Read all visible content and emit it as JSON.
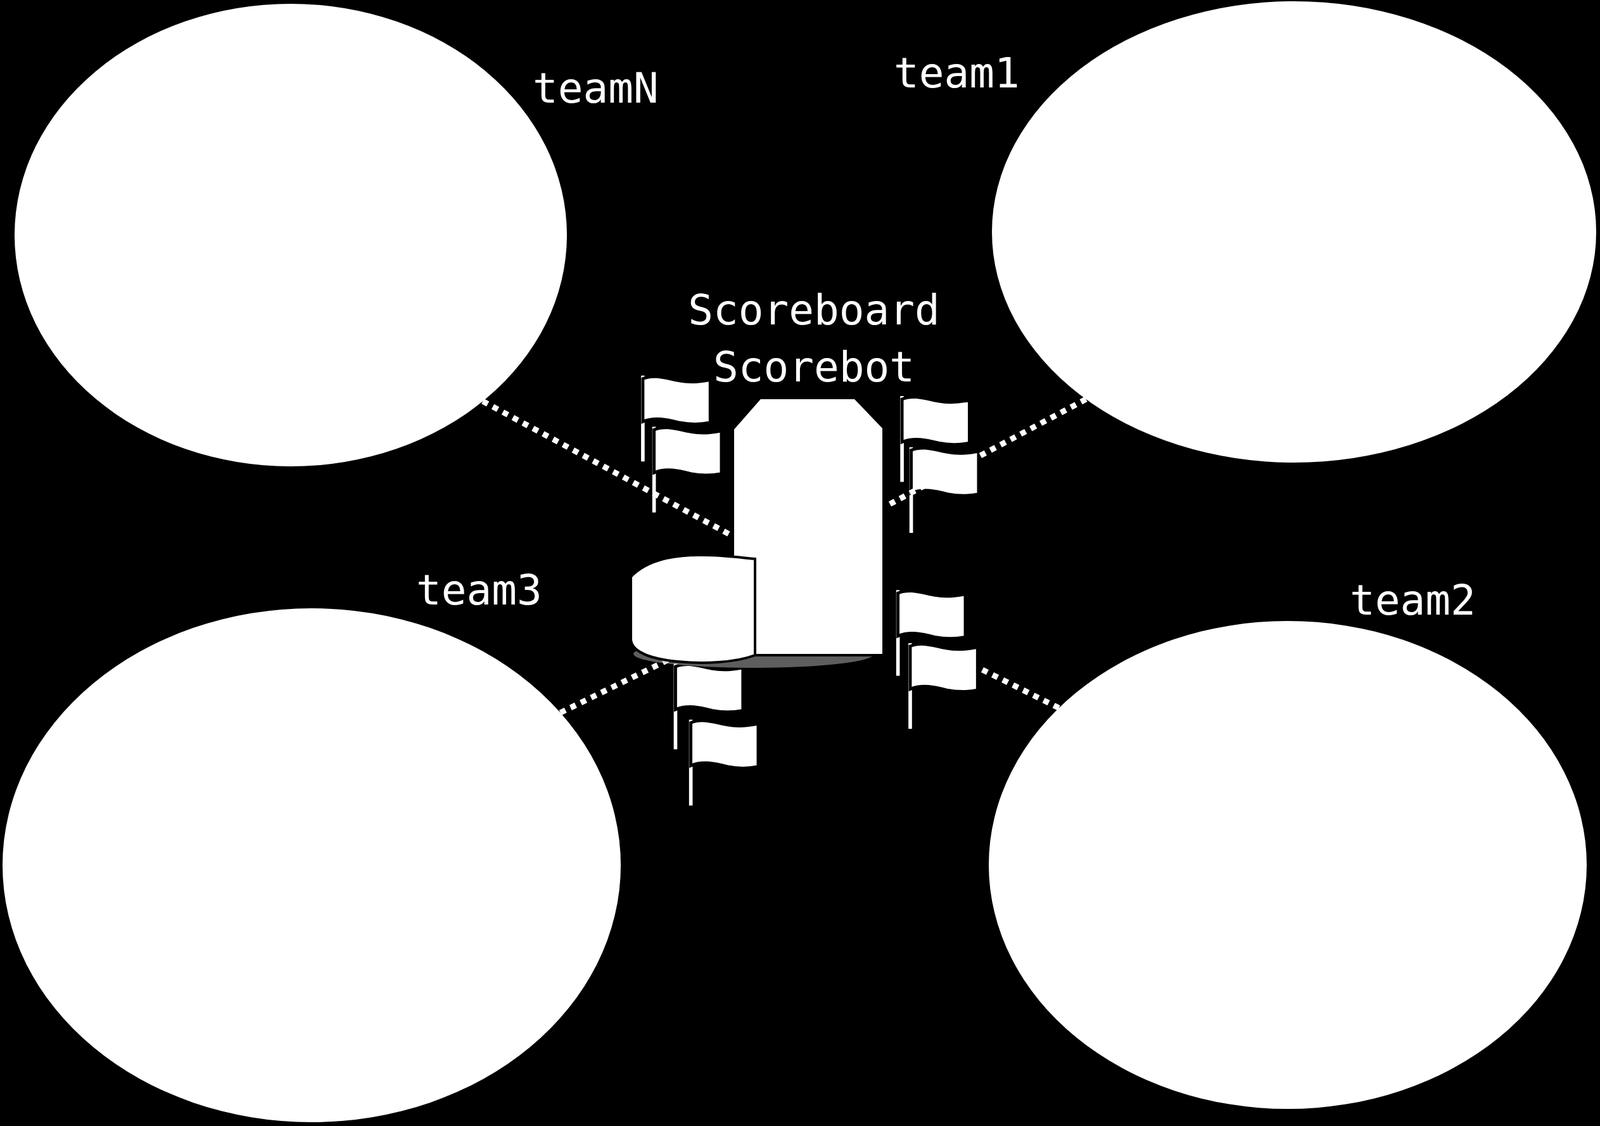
{
  "diagram": {
    "nodes": [
      {
        "text": [
          "teamN"
        ]
      },
      {
        "text": [
          "team1"
        ]
      },
      {
        "text": [
          "Scoreboard",
          "Scorebot"
        ]
      },
      {
        "text": [
          "team3"
        ]
      },
      {
        "text": [
          "team2"
        ]
      }
    ],
    "edges": [
      {
        "from": 0,
        "to": 2,
        "arrow": "none"
      },
      {
        "from": 1,
        "to": 2,
        "arrow": "none"
      },
      {
        "from": 3,
        "to": 2,
        "arrow": "none"
      },
      {
        "from": 4,
        "to": 2,
        "arrow": "none"
      }
    ]
  }
}
